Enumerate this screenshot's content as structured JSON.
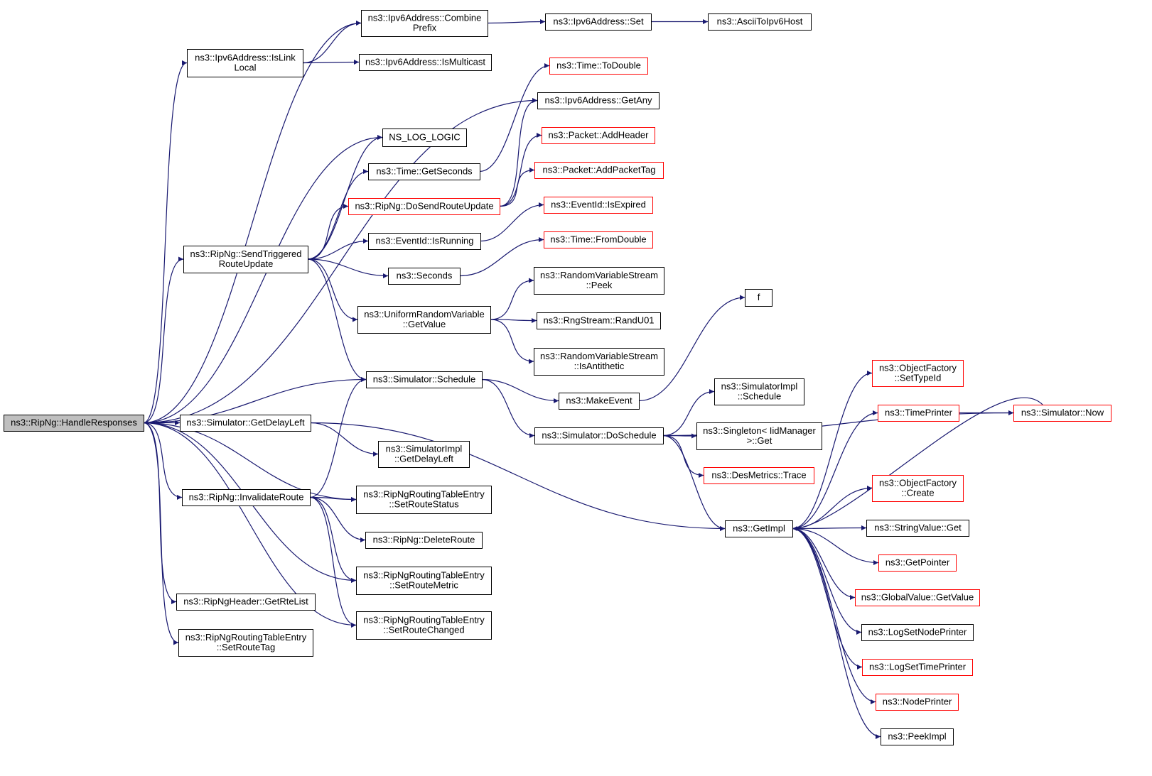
{
  "colors": {
    "edge": "#191970",
    "normal_border": "#000000",
    "truncated_border": "#ff0000",
    "root_fill": "#bfbfbf",
    "node_fill": "#ffffff"
  },
  "nodes": [
    {
      "id": "handleResponses",
      "lines": [
        "ns3::RipNg::HandleResponses"
      ],
      "style": "root"
    },
    {
      "id": "ipv6IsLinkLocal",
      "lines": [
        "ns3::Ipv6Address::IsLink",
        "Local"
      ],
      "style": "normal"
    },
    {
      "id": "ipv6CombinePrefix",
      "lines": [
        "ns3::Ipv6Address::Combine",
        "Prefix"
      ],
      "style": "normal"
    },
    {
      "id": "ipv6Set",
      "lines": [
        "ns3::Ipv6Address::Set"
      ],
      "style": "normal"
    },
    {
      "id": "asciiToIpv6Host",
      "lines": [
        "ns3::AsciiToIpv6Host"
      ],
      "style": "normal"
    },
    {
      "id": "ipv6IsMulticast",
      "lines": [
        "ns3::Ipv6Address::IsMulticast"
      ],
      "style": "normal"
    },
    {
      "id": "timeToDouble",
      "lines": [
        "ns3::Time::ToDouble"
      ],
      "style": "truncated"
    },
    {
      "id": "ipv6GetAny",
      "lines": [
        "ns3::Ipv6Address::GetAny"
      ],
      "style": "normal"
    },
    {
      "id": "nsLogLogic",
      "lines": [
        "NS_LOG_LOGIC"
      ],
      "style": "normal"
    },
    {
      "id": "packetAddHeader",
      "lines": [
        "ns3::Packet::AddHeader"
      ],
      "style": "truncated"
    },
    {
      "id": "timeGetSeconds",
      "lines": [
        "ns3::Time::GetSeconds"
      ],
      "style": "normal"
    },
    {
      "id": "packetAddPacketTag",
      "lines": [
        "ns3::Packet::AddPacketTag"
      ],
      "style": "truncated"
    },
    {
      "id": "doSendRouteUpdate",
      "lines": [
        "ns3::RipNg::DoSendRouteUpdate"
      ],
      "style": "truncated"
    },
    {
      "id": "eventIdIsExpired",
      "lines": [
        "ns3::EventId::IsExpired"
      ],
      "style": "truncated"
    },
    {
      "id": "eventIdIsRunning",
      "lines": [
        "ns3::EventId::IsRunning"
      ],
      "style": "normal"
    },
    {
      "id": "sendTriggeredRouteUpdate",
      "lines": [
        "ns3::RipNg::SendTriggered",
        "RouteUpdate"
      ],
      "style": "normal"
    },
    {
      "id": "timeFromDouble",
      "lines": [
        "ns3::Time::FromDouble"
      ],
      "style": "truncated"
    },
    {
      "id": "seconds",
      "lines": [
        "ns3::Seconds"
      ],
      "style": "normal"
    },
    {
      "id": "rvsPeek",
      "lines": [
        "ns3::RandomVariableStream",
        "::Peek"
      ],
      "style": "normal"
    },
    {
      "id": "fFunc",
      "lines": [
        "f"
      ],
      "style": "normal"
    },
    {
      "id": "urvGetValue",
      "lines": [
        "ns3::UniformRandomVariable",
        "::GetValue"
      ],
      "style": "normal"
    },
    {
      "id": "rngRandU01",
      "lines": [
        "ns3::RngStream::RandU01"
      ],
      "style": "normal"
    },
    {
      "id": "rvsIsAntithetic",
      "lines": [
        "ns3::RandomVariableStream",
        "::IsAntithetic"
      ],
      "style": "normal"
    },
    {
      "id": "ofSetTypeId",
      "lines": [
        "ns3::ObjectFactory",
        "::SetTypeId"
      ],
      "style": "truncated"
    },
    {
      "id": "simSchedule",
      "lines": [
        "ns3::Simulator::Schedule"
      ],
      "style": "normal"
    },
    {
      "id": "simImplSchedule",
      "lines": [
        "ns3::SimulatorImpl",
        "::Schedule"
      ],
      "style": "normal"
    },
    {
      "id": "makeEvent",
      "lines": [
        "ns3::MakeEvent"
      ],
      "style": "normal"
    },
    {
      "id": "timePrinter",
      "lines": [
        "ns3::TimePrinter"
      ],
      "style": "truncated"
    },
    {
      "id": "simNow",
      "lines": [
        "ns3::Simulator::Now"
      ],
      "style": "truncated"
    },
    {
      "id": "simGetDelayLeft",
      "lines": [
        "ns3::Simulator::GetDelayLeft"
      ],
      "style": "normal"
    },
    {
      "id": "singletonGet",
      "lines": [
        "ns3::Singleton< IidManager",
        ">::Get"
      ],
      "style": "normal"
    },
    {
      "id": "simDoSchedule",
      "lines": [
        "ns3::Simulator::DoSchedule"
      ],
      "style": "normal"
    },
    {
      "id": "simImplGetDelayLeft",
      "lines": [
        "ns3::SimulatorImpl",
        "::GetDelayLeft"
      ],
      "style": "normal"
    },
    {
      "id": "desMetricsTrace",
      "lines": [
        "ns3::DesMetrics::Trace"
      ],
      "style": "truncated"
    },
    {
      "id": "ofCreate",
      "lines": [
        "ns3::ObjectFactory",
        "::Create"
      ],
      "style": "truncated"
    },
    {
      "id": "invalidateRoute",
      "lines": [
        "ns3::RipNg::InvalidateRoute"
      ],
      "style": "normal"
    },
    {
      "id": "rtSetRouteStatus",
      "lines": [
        "ns3::RipNgRoutingTableEntry",
        "::SetRouteStatus"
      ],
      "style": "normal"
    },
    {
      "id": "getImpl",
      "lines": [
        "ns3::GetImpl"
      ],
      "style": "normal"
    },
    {
      "id": "stringValueGet",
      "lines": [
        "ns3::StringValue::Get"
      ],
      "style": "normal"
    },
    {
      "id": "deleteRoute",
      "lines": [
        "ns3::RipNg::DeleteRoute"
      ],
      "style": "normal"
    },
    {
      "id": "getPointer",
      "lines": [
        "ns3::GetPointer"
      ],
      "style": "truncated"
    },
    {
      "id": "rtSetRouteMetric",
      "lines": [
        "ns3::RipNgRoutingTableEntry",
        "::SetRouteMetric"
      ],
      "style": "normal"
    },
    {
      "id": "globalValueGetValue",
      "lines": [
        "ns3::GlobalValue::GetValue"
      ],
      "style": "truncated"
    },
    {
      "id": "getRteList",
      "lines": [
        "ns3::RipNgHeader::GetRteList"
      ],
      "style": "normal"
    },
    {
      "id": "rtSetRouteChanged",
      "lines": [
        "ns3::RipNgRoutingTableEntry",
        "::SetRouteChanged"
      ],
      "style": "normal"
    },
    {
      "id": "logSetNodePrinter",
      "lines": [
        "ns3::LogSetNodePrinter"
      ],
      "style": "normal"
    },
    {
      "id": "rtSetRouteTag",
      "lines": [
        "ns3::RipNgRoutingTableEntry",
        "::SetRouteTag"
      ],
      "style": "normal"
    },
    {
      "id": "logSetTimePrinter",
      "lines": [
        "ns3::LogSetTimePrinter"
      ],
      "style": "truncated"
    },
    {
      "id": "nodePrinter",
      "lines": [
        "ns3::NodePrinter"
      ],
      "style": "truncated"
    },
    {
      "id": "peekImpl",
      "lines": [
        "ns3::PeekImpl"
      ],
      "style": "normal"
    }
  ],
  "edges": [
    [
      "handleResponses",
      "ipv6CombinePrefix"
    ],
    [
      "handleResponses",
      "ipv6IsLinkLocal"
    ],
    [
      "handleResponses",
      "ipv6GetAny"
    ],
    [
      "handleResponses",
      "nsLogLogic"
    ],
    [
      "handleResponses",
      "sendTriggeredRouteUpdate"
    ],
    [
      "handleResponses",
      "simSchedule"
    ],
    [
      "handleResponses",
      "simGetDelayLeft"
    ],
    [
      "handleResponses",
      "invalidateRoute"
    ],
    [
      "handleResponses",
      "rtSetRouteStatus"
    ],
    [
      "handleResponses",
      "rtSetRouteMetric"
    ],
    [
      "handleResponses",
      "rtSetRouteChanged"
    ],
    [
      "handleResponses",
      "getRteList"
    ],
    [
      "handleResponses",
      "rtSetRouteTag"
    ],
    [
      "ipv6IsLinkLocal",
      "ipv6CombinePrefix"
    ],
    [
      "ipv6IsLinkLocal",
      "ipv6IsMulticast"
    ],
    [
      "ipv6CombinePrefix",
      "ipv6Set"
    ],
    [
      "ipv6Set",
      "asciiToIpv6Host"
    ],
    [
      "sendTriggeredRouteUpdate",
      "nsLogLogic"
    ],
    [
      "sendTriggeredRouteUpdate",
      "timeGetSeconds"
    ],
    [
      "sendTriggeredRouteUpdate",
      "doSendRouteUpdate"
    ],
    [
      "sendTriggeredRouteUpdate",
      "eventIdIsRunning"
    ],
    [
      "sendTriggeredRouteUpdate",
      "seconds"
    ],
    [
      "sendTriggeredRouteUpdate",
      "urvGetValue"
    ],
    [
      "sendTriggeredRouteUpdate",
      "simSchedule"
    ],
    [
      "timeGetSeconds",
      "timeToDouble"
    ],
    [
      "doSendRouteUpdate",
      "ipv6GetAny"
    ],
    [
      "doSendRouteUpdate",
      "packetAddHeader"
    ],
    [
      "doSendRouteUpdate",
      "packetAddPacketTag"
    ],
    [
      "eventIdIsRunning",
      "eventIdIsExpired"
    ],
    [
      "seconds",
      "timeFromDouble"
    ],
    [
      "urvGetValue",
      "rvsPeek"
    ],
    [
      "urvGetValue",
      "rngRandU01"
    ],
    [
      "urvGetValue",
      "rvsIsAntithetic"
    ],
    [
      "simSchedule",
      "makeEvent"
    ],
    [
      "simSchedule",
      "simDoSchedule"
    ],
    [
      "makeEvent",
      "fFunc"
    ],
    [
      "simGetDelayLeft",
      "simImplGetDelayLeft"
    ],
    [
      "simGetDelayLeft",
      "getImpl"
    ],
    [
      "simDoSchedule",
      "simNow"
    ],
    [
      "simDoSchedule",
      "simImplSchedule"
    ],
    [
      "simDoSchedule",
      "singletonGet"
    ],
    [
      "simDoSchedule",
      "desMetricsTrace"
    ],
    [
      "simDoSchedule",
      "getImpl"
    ],
    [
      "invalidateRoute",
      "simSchedule"
    ],
    [
      "invalidateRoute",
      "rtSetRouteStatus"
    ],
    [
      "invalidateRoute",
      "deleteRoute"
    ],
    [
      "invalidateRoute",
      "rtSetRouteMetric"
    ],
    [
      "invalidateRoute",
      "rtSetRouteChanged"
    ],
    [
      "getImpl",
      "ofSetTypeId"
    ],
    [
      "getImpl",
      "timePrinter"
    ],
    [
      "getImpl",
      "ofCreate"
    ],
    [
      "getImpl",
      "stringValueGet"
    ],
    [
      "getImpl",
      "getPointer"
    ],
    [
      "getImpl",
      "globalValueGetValue"
    ],
    [
      "getImpl",
      "logSetNodePrinter"
    ],
    [
      "getImpl",
      "logSetTimePrinter"
    ],
    [
      "getImpl",
      "nodePrinter"
    ],
    [
      "getImpl",
      "peekImpl"
    ],
    [
      "timePrinter",
      "simNow"
    ],
    [
      "simNow",
      "getImpl"
    ]
  ]
}
